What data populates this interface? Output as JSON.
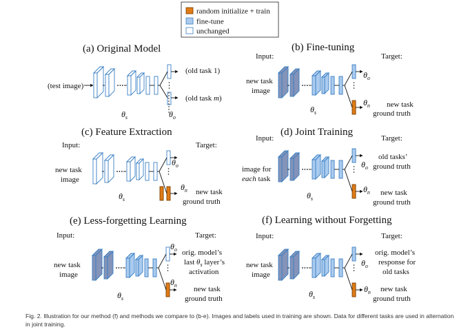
{
  "colors": {
    "orange": "#e07b16",
    "finetune": "#aacbee",
    "unchanged": "#ffffff",
    "border": "#3a7fc4",
    "input_block": "#8493b8"
  },
  "legend": {
    "items": [
      {
        "label": "random initialize + train",
        "style": "orange"
      },
      {
        "label": "fine-tune",
        "style": "finetune"
      },
      {
        "label": "unchanged",
        "style": "unchanged"
      }
    ]
  },
  "panels": {
    "a": {
      "title": "(a) Original Model",
      "input": "(test image)",
      "out1": "(old task 1)",
      "outm_prefix": "(old task ",
      "outm_var": "m",
      "outm_suffix": ")",
      "theta_s_base": "θ",
      "theta_s_sub": "s",
      "theta_o_base": "θ",
      "theta_o_sub": "o"
    },
    "b": {
      "title": "(b) Fine-tuning",
      "input_head": "Input:",
      "target_head": "Target:",
      "input_l1": "new task",
      "input_l2": "image",
      "target_l1": "new task",
      "target_l2": "ground truth",
      "theta_s_base": "θ",
      "theta_s_sub": "s",
      "theta_o_base": "θ",
      "theta_o_sub": "o",
      "theta_n_base": "θ",
      "theta_n_sub": "n"
    },
    "c": {
      "title": "(c) Feature Extraction",
      "input_head": "Input:",
      "target_head": "Target:",
      "input_l1": "new task",
      "input_l2": "image",
      "target_l1": "new task",
      "target_l2": "ground truth",
      "theta_s_base": "θ",
      "theta_s_sub": "s",
      "theta_o_base": "θ",
      "theta_o_sub": "o",
      "theta_n_base": "θ",
      "theta_n_sub": "n"
    },
    "d": {
      "title": "(d) Joint Training",
      "input_head": "Input:",
      "target_head": "Target:",
      "input_l1": "image for",
      "input_l2_em": "each",
      "input_l2_rest": " task",
      "old_l1": "old tasks’",
      "old_l2": "ground truth",
      "target_l1": "new task",
      "target_l2": "ground truth",
      "theta_s_base": "θ",
      "theta_s_sub": "s",
      "theta_o_base": "θ",
      "theta_o_sub": "o",
      "theta_n_base": "θ",
      "theta_n_sub": "n"
    },
    "e": {
      "title": "(e) Less-forgetting Learning",
      "input_head": "Input:",
      "target_head": "Target:",
      "input_l1": "new task",
      "input_l2": "image",
      "old_l1": "orig. model’s",
      "old_l2_pre": "last ",
      "old_l2_base": "θ",
      "old_l2_sub": "s",
      "old_l2_post": " layer’s",
      "old_l3": "activation",
      "target_l1": "new task",
      "target_l2": "ground truth",
      "theta_s_base": "θ",
      "theta_s_sub": "s",
      "theta_o_base": "θ",
      "theta_o_sub": "o",
      "theta_n_base": "θ",
      "theta_n_sub": "n"
    },
    "f": {
      "title": "(f) Learning without Forgetting",
      "input_head": "Input:",
      "target_head": "Target:",
      "input_l1": "new task",
      "input_l2": "image",
      "old_l1": "orig. model’s",
      "old_l2": "response for",
      "old_l3": "old tasks",
      "target_l1": "new task",
      "target_l2": "ground truth",
      "theta_s_base": "θ",
      "theta_s_sub": "s",
      "theta_o_base": "θ",
      "theta_o_sub": "o",
      "theta_n_base": "θ",
      "theta_n_sub": "n"
    }
  },
  "caption": "Fig. 2. Illustration for our method (f) and methods we compare to (b-e). Images and labels used in training are shown. Data for different tasks are used in alternation in joint training."
}
